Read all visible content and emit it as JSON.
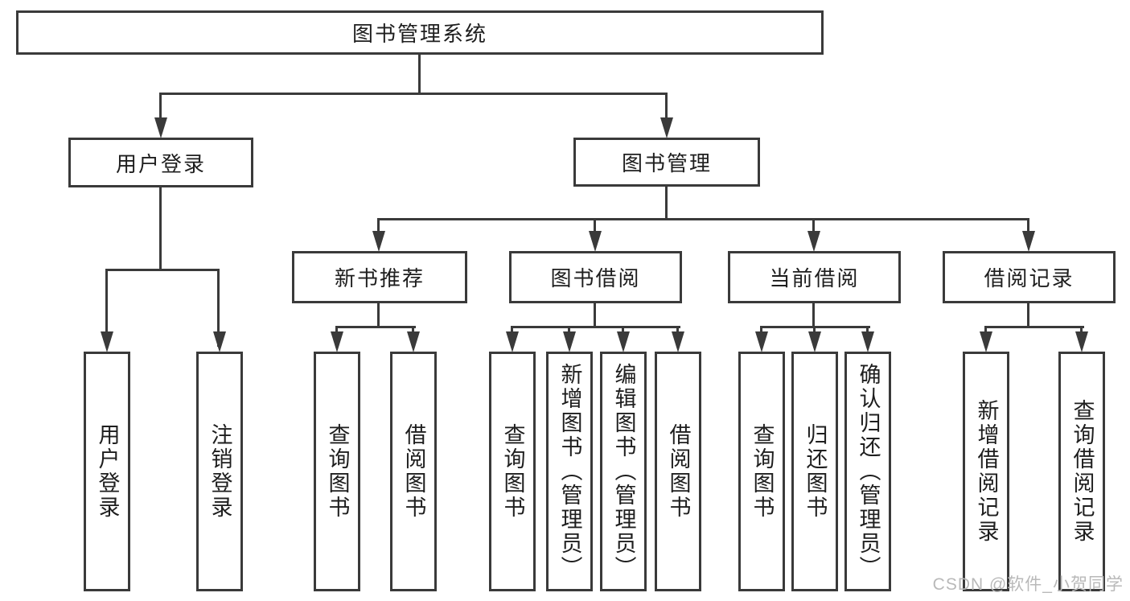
{
  "colors": {
    "line": "#3a3a3a",
    "text": "#1e1e1e",
    "box_fill": "#ffffff",
    "watermark": "#b9b9b9",
    "background": "#ffffff"
  },
  "tree": {
    "root": {
      "label": "图书管理系统"
    },
    "level2": [
      {
        "label": "用户登录",
        "children": [
          "用户登录",
          "注销登录"
        ]
      },
      {
        "label": "图书管理"
      }
    ],
    "level3": [
      {
        "label": "新书推荐",
        "children": [
          "查询图书",
          "借阅图书"
        ]
      },
      {
        "label": "图书借阅",
        "children": [
          "查询图书",
          "新增图书（管理员）",
          "编辑图书（管理员）",
          "借阅图书"
        ]
      },
      {
        "label": "当前借阅",
        "children": [
          "查询图书",
          "归还图书",
          "确认归还（管理员）"
        ]
      },
      {
        "label": "借阅记录",
        "children": [
          "新增借阅记录",
          "查询借阅记录"
        ]
      }
    ]
  },
  "watermark": "CSDN @软件_小贺同学"
}
